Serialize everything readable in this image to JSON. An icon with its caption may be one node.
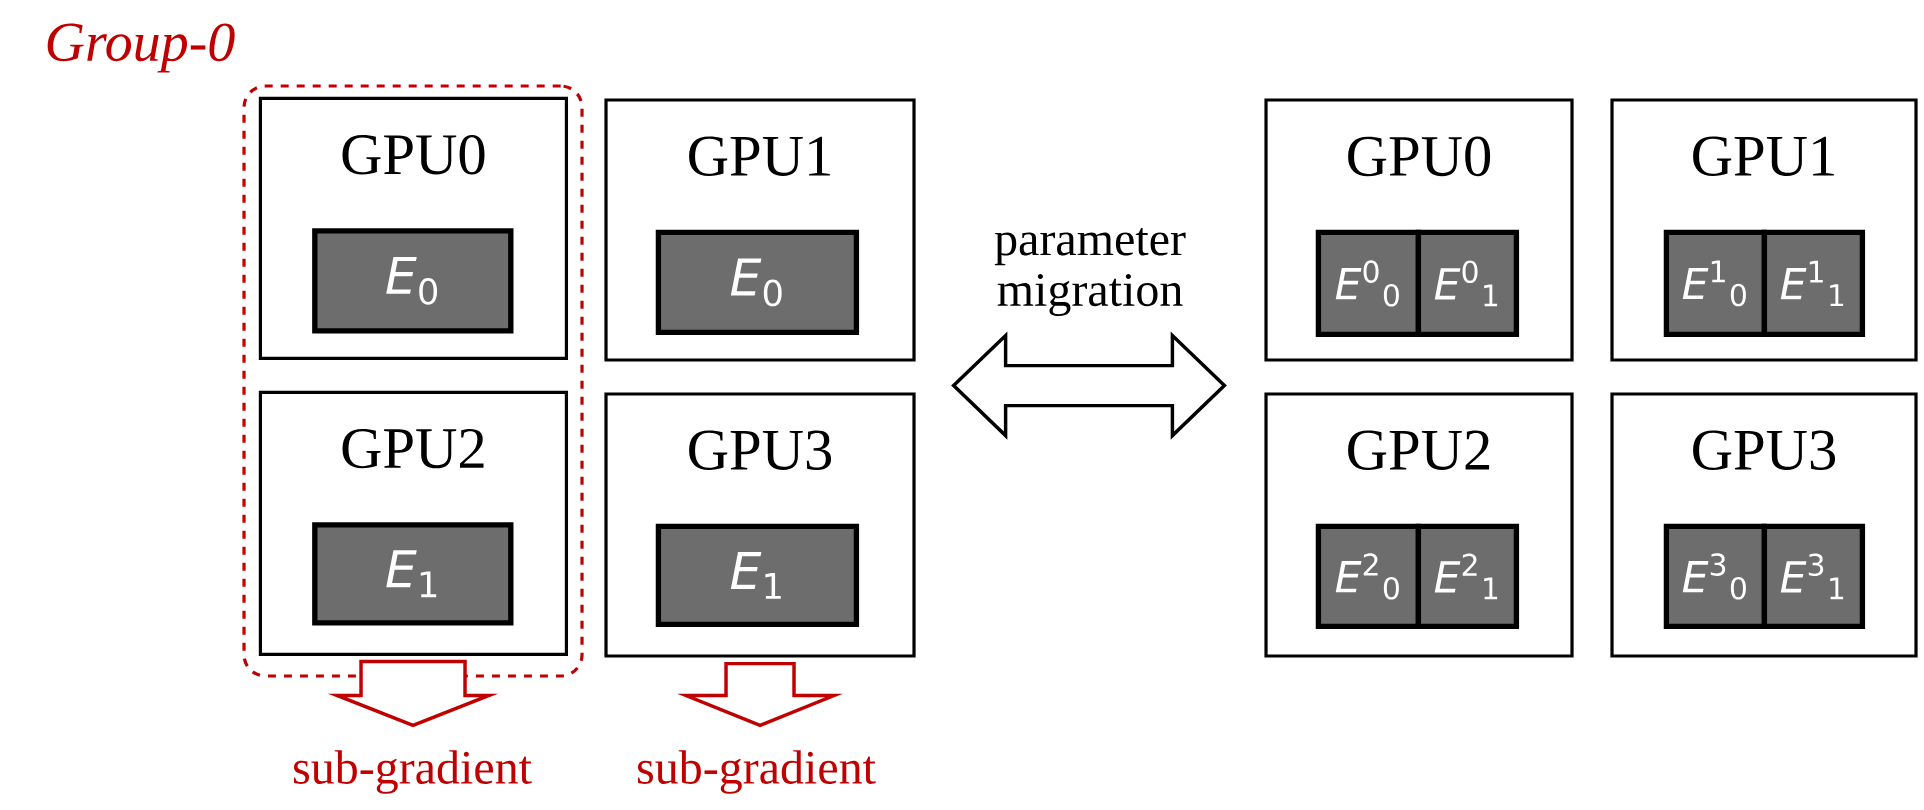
{
  "diagram": {
    "nodes": [
      {
        "text": [
          "Group-0"
        ]
      },
      {
        "text": [
          "GPU0"
        ],
        "in": 0
      },
      {
        "text": [
          "*E*$_{0}$"
        ],
        "in": 1
      },
      {
        "text": [
          "GPU1"
        ]
      },
      {
        "text": [
          "*E*$_{0}$"
        ],
        "in": 3
      },
      {
        "text": [
          "GPU2"
        ],
        "in": 0
      },
      {
        "text": [
          "*E*$_{1}$"
        ],
        "in": 5
      },
      {
        "text": [
          "GPU3"
        ]
      },
      {
        "text": [
          "*E*$_{1}$"
        ],
        "in": 7
      },
      {
        "text": [
          "GPU0"
        ]
      },
      {
        "text": [
          "*E*$^{0}$$_{0}$"
        ],
        "in": 9
      },
      {
        "text": [
          "*E*$^{0}$$_{1}$"
        ],
        "in": 9
      },
      {
        "text": [
          "GPU1"
        ]
      },
      {
        "text": [
          "*E*$^{1}$$_{0}$"
        ],
        "in": 12
      },
      {
        "text": [
          "*E*$^{1}$$_{1}$"
        ],
        "in": 12
      },
      {
        "text": [
          "GPU2"
        ]
      },
      {
        "text": [
          "*E*$^{2}$$_{0}$"
        ],
        "in": 15
      },
      {
        "text": [
          "*E*$^{2}$$_{1}$"
        ],
        "in": 15
      },
      {
        "text": [
          "GPU3"
        ]
      },
      {
        "text": [
          "*E*$^{3}$$_{0}$"
        ],
        "in": 18
      },
      {
        "text": [
          "*E*$^{3}$$_{1}$"
        ],
        "in": 18
      },
      {
        "text": [
          "sub-gradient"
        ]
      },
      {
        "text": [
          "sub-gradient"
        ]
      }
    ],
    "edges": [
      {
        "from": 3,
        "to": 9,
        "arrow": "both",
        "label": "parameter migration"
      },
      {
        "from": 0,
        "to": 21,
        "arrow": "to",
        "color": "#c00000"
      },
      {
        "from": 7,
        "to": 22,
        "arrow": "to",
        "color": "#c00000"
      }
    ]
  }
}
